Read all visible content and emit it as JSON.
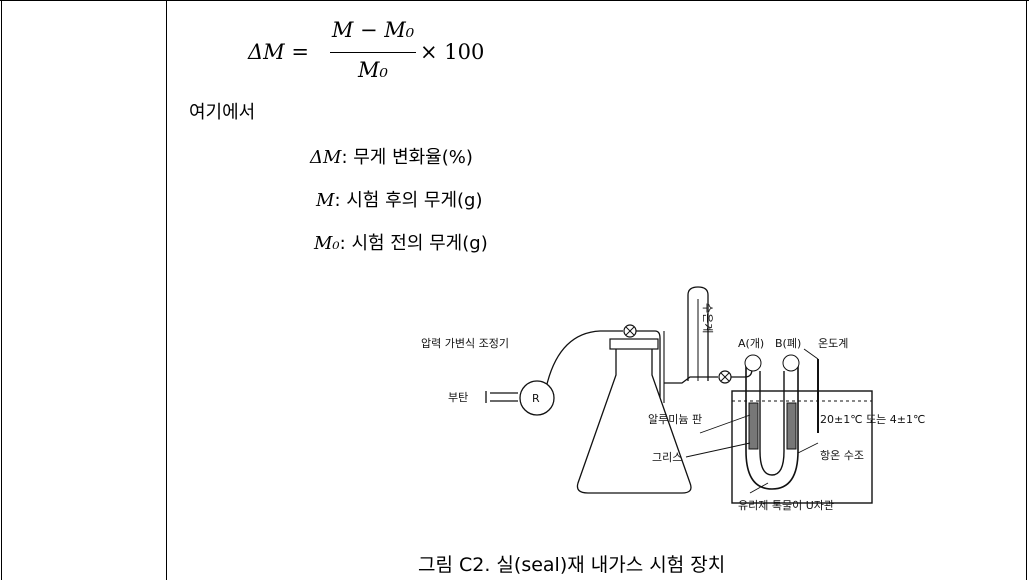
{
  "formula": {
    "lhs": "ΔM =",
    "numerator": "M − M₀",
    "denominator": "M₀",
    "rhs": "× 100"
  },
  "intro": "여기에서",
  "definitions": [
    {
      "symbol": "ΔM",
      "text": ": 무게 변화율(%)"
    },
    {
      "symbol": "M",
      "text": ": 시험 후의 무게(g)"
    },
    {
      "symbol": "M₀",
      "text": ": 시험 전의 무게(g)"
    }
  ],
  "diagram_labels": {
    "regulator": "압력 가변식 조정기",
    "butane": "부탄",
    "A": "A(개)",
    "B": "B(폐)",
    "thermometer": "온도계",
    "aluminum": "알루미늄 판",
    "temp": "20±1℃ 또는 4±1℃",
    "grease": "그리스",
    "bath": "항온 수조",
    "utube": "유리제 톡물이 U자관",
    "manometer": "수은계"
  },
  "caption": "그림 C2. 실(seal)재 내가스 시험 장치"
}
